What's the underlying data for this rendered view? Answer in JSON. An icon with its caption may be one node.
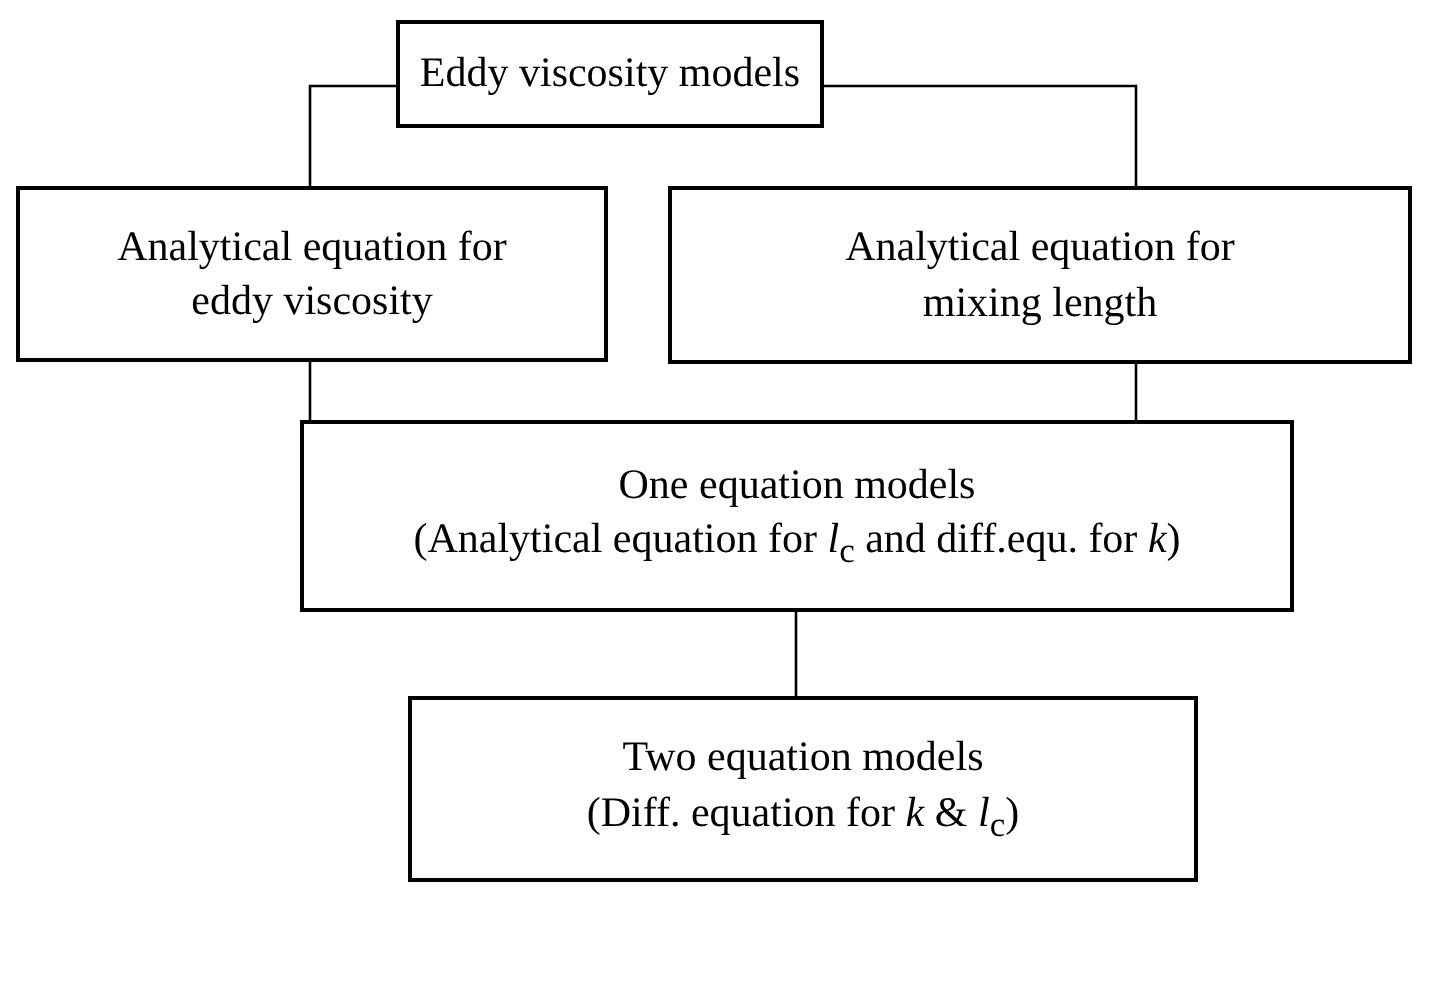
{
  "diagram": {
    "nodes": [
      {
        "text": [
          "Eddy viscosity models"
        ]
      },
      {
        "text": [
          "Analytical equation for eddy viscosity"
        ]
      },
      {
        "text": [
          "Analytical equation for mixing length"
        ]
      },
      {
        "text": [
          "One equation models",
          "(Analytical equation for *l*$_{c}$ and diff.equ. for *k*)"
        ]
      },
      {
        "text": [
          "Two equation models",
          "(Diff. equation for *k* & *l*$_{c}$)"
        ]
      }
    ],
    "edges": [
      {
        "from": 0,
        "to": 1,
        "arrow": "none"
      },
      {
        "from": 0,
        "to": 2,
        "arrow": "none"
      },
      {
        "from": 1,
        "to": 3,
        "arrow": "none"
      },
      {
        "from": 2,
        "to": 3,
        "arrow": "none"
      },
      {
        "from": 3,
        "to": 4,
        "arrow": "none"
      }
    ]
  }
}
